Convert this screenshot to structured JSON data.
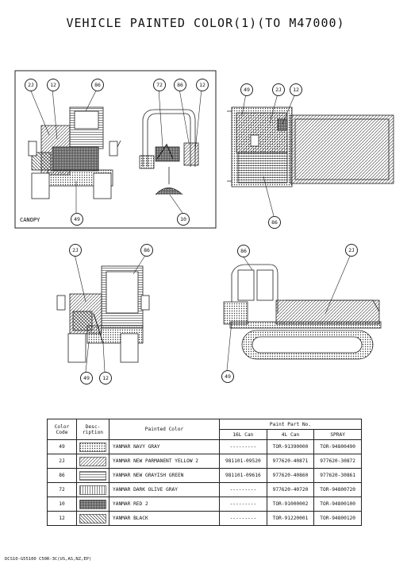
{
  "title": "VEHICLE PAINTED COLOR(1)(TO M47000)",
  "canopy_label": "CANOPY",
  "callouts": {
    "view1": [
      "2J",
      "12",
      "86",
      "49"
    ],
    "view2": [
      "72",
      "86",
      "12",
      "10"
    ],
    "view3": [
      "49",
      "2J",
      "12",
      "86"
    ],
    "view4": [
      "2J",
      "86",
      "49",
      "12"
    ],
    "view5": [
      "86",
      "2J",
      "49"
    ]
  },
  "table": {
    "headers": {
      "color_code": "Color Code",
      "description": "Desc- ription",
      "painted_color": "Painted Color",
      "part_no": "Paint Part No.",
      "can16": "16L Can",
      "can4": "4L Can",
      "spray": "SPRAY"
    },
    "rows": [
      {
        "code": "49",
        "pattern": "dots",
        "name": "YANMAR NAVY GRAY",
        "can16": "---------",
        "can4": "TOR-91390000",
        "spray": "TOR-94800490"
      },
      {
        "code": "2J",
        "pattern": "diagonal",
        "name": "YANMAR NEW PARMANENT YELLOW 2",
        "can16": "981101-09520",
        "can4": "977620-40871",
        "spray": "977620-30872"
      },
      {
        "code": "86",
        "pattern": "horizontal",
        "name": "YANMAR NEW GRAYISH GREEN",
        "can16": "981101-09616",
        "can4": "977620-40860",
        "spray": "977620-30861"
      },
      {
        "code": "72",
        "pattern": "vertical",
        "name": "YANMAR DARK OLIVE GRAY",
        "can16": "---------",
        "can4": "977620-40720",
        "spray": "TOR-94800720"
      },
      {
        "code": "10",
        "pattern": "dense",
        "name": "YANMAR RED 2",
        "can16": "---------",
        "can4": "TOR-91000002",
        "spray": "TOR-94800100"
      },
      {
        "code": "12",
        "pattern": "backslash",
        "name": "YANMAR BLACK",
        "can16": "---------",
        "can4": "TOR-91220001",
        "spray": "TOR-94800120"
      }
    ]
  },
  "footer": "DCS10-G55100 C50R-3C(US,AS,NZ,EP)"
}
